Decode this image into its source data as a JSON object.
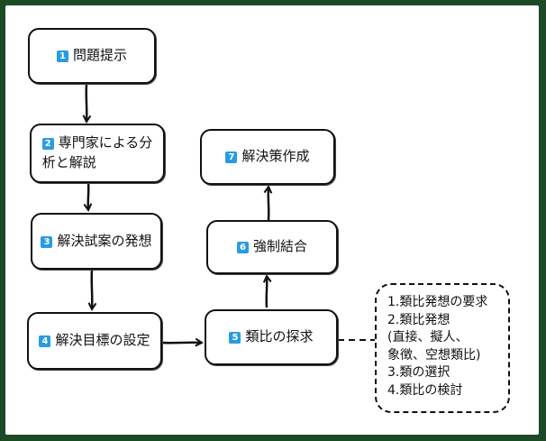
{
  "steps": [
    {
      "num": "1",
      "label": "問題提示"
    },
    {
      "num": "2",
      "label": "専門家による分",
      "label2": "析と解説"
    },
    {
      "num": "3",
      "label": "解決試案の発想"
    },
    {
      "num": "4",
      "label": "解決目標の設定"
    },
    {
      "num": "5",
      "label": "類比の探求"
    },
    {
      "num": "6",
      "label": "強制結合"
    },
    {
      "num": "7",
      "label": "解決策作成"
    }
  ],
  "note": {
    "lines": [
      "1.類比発想の要求",
      "2.類比発想",
      "(直接、擬人、",
      "象徴、空想類比)",
      "3.類の選択",
      "4.類比の検討"
    ]
  },
  "colors": {
    "badge": "#2a9be0",
    "border": "#111111",
    "frame": "#1c4a26"
  }
}
